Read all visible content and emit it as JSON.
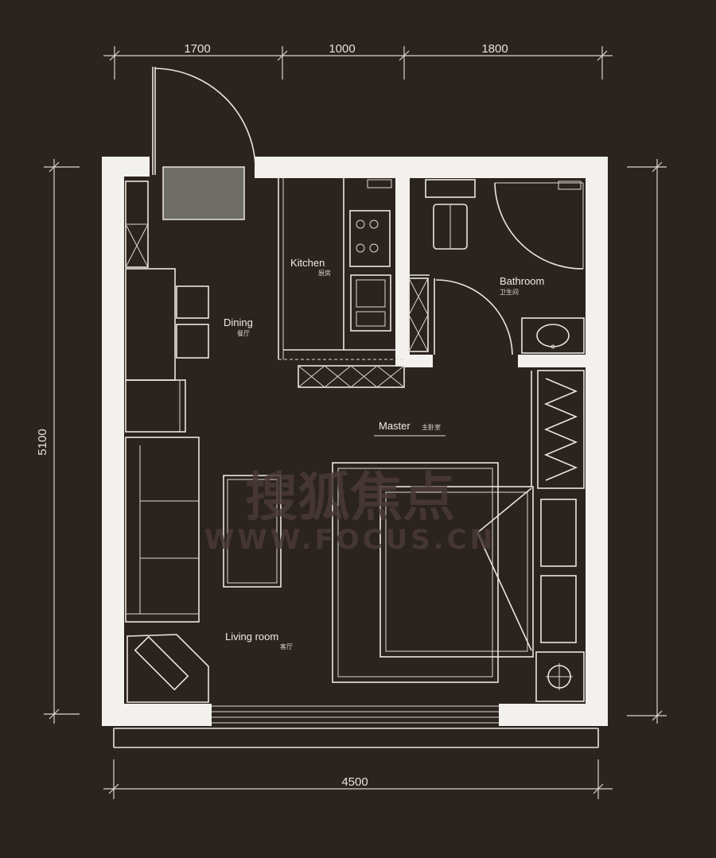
{
  "dimensions": {
    "top": [
      "1700",
      "1000",
      "1800"
    ],
    "bottom": "4500",
    "left": "5100"
  },
  "rooms": {
    "kitchen": {
      "label": "Kitchen",
      "label_zh": "厨房"
    },
    "dining": {
      "label": "Dining",
      "label_zh": "餐厅"
    },
    "bathroom": {
      "label": "Bathroom",
      "label_zh": "卫生间"
    },
    "master": {
      "label": "Master",
      "label_zh": "主卧室"
    },
    "living": {
      "label": "Living room",
      "label_zh": "客厅"
    }
  },
  "watermark": {
    "text": "搜狐焦点",
    "url": "WWW.FOCUS.CN"
  },
  "colors": {
    "background": "#2b231d",
    "walls": "#f2f1ee",
    "lines": "#e9e6e0",
    "tile": "#6f6d68",
    "wardrobe_accent": "#3f6aa8"
  }
}
